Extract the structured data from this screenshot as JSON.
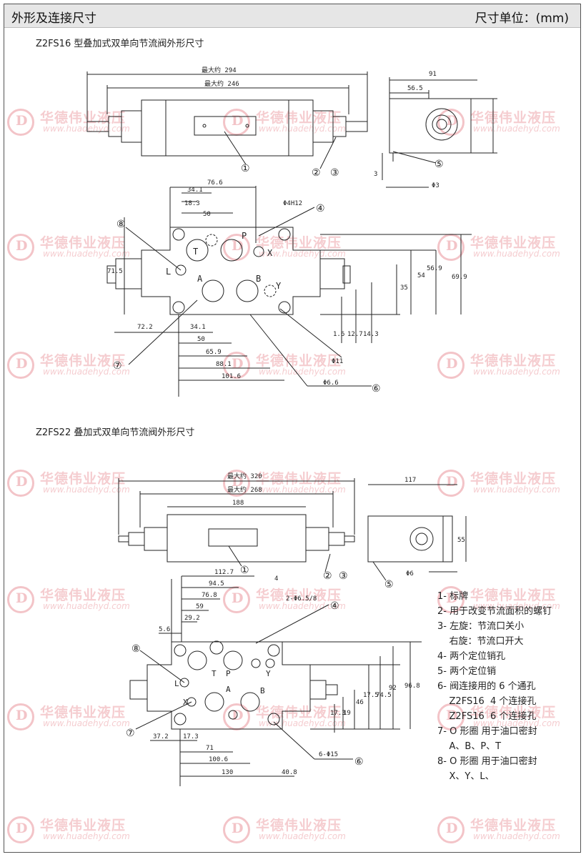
{
  "header": {
    "title": "外形及连接尺寸",
    "unit": "尺寸单位：(mm)"
  },
  "watermark": {
    "brand": "华德伟业液压",
    "url": "www.huadehyd.com",
    "logo_letter": "D"
  },
  "section1": {
    "title": "Z2FS16 型叠加式双单向节流阀外形尺寸",
    "dims": {
      "max294": "最大约 294",
      "max246": "最大约 246",
      "d91": "91",
      "d56_5": "56.5",
      "d3": "3",
      "phi3": "Φ3",
      "d76_6": "76.6",
      "d34_1": "34.1",
      "d18_3": "18.3",
      "d50": "50",
      "phi4h12": "Φ4H12",
      "d71_5": "71.5",
      "d56_9": "56.9",
      "d54": "54",
      "d69_9": "69.9",
      "d35": "35",
      "d1_6": "1.6",
      "d12_7": "12.7",
      "d14_3": "14.3",
      "d72_2": "72.2",
      "d34_1b": "34.1",
      "d50b": "50",
      "d65_9": "65.9",
      "d88_1": "88.1",
      "d101_6": "101.6",
      "phi11": "Φ11",
      "phi6_6": "Φ6.6"
    },
    "ports": {
      "T": "T",
      "P": "P",
      "X": "X",
      "L": "L",
      "A": "A",
      "B": "B",
      "Y": "Y"
    }
  },
  "section2": {
    "title": "Z2FS22 叠加式双单向节流阀外形尺寸",
    "dims": {
      "max320": "最大约 320",
      "max268": "最大约 268",
      "d188": "188",
      "d117": "117",
      "d55": "55",
      "d4": "4",
      "phi6": "Φ6",
      "d112_7": "112.7",
      "d94_5": "94.5",
      "d76_6": "76.8",
      "d59": "59",
      "d29_2": "29.2",
      "d5_6": "5.6",
      "pin": "2-Φ6.5/8",
      "d17_5": "17.5",
      "d74_5": "74.5",
      "d92": "92",
      "d46": "46",
      "d96_8": "96.8",
      "d19": "19",
      "d17_3": "17.3",
      "d37_2": "37.2",
      "d17_3b": "17.3",
      "d71": "71",
      "d100_6": "100.6",
      "d130": "130",
      "d40_8": "40.8",
      "holes": "6-Φ15"
    },
    "ports": {
      "T": "T",
      "P": "P",
      "Y": "Y",
      "L": "L",
      "A": "A",
      "B": "B",
      "X": "X"
    }
  },
  "callouts": [
    "①",
    "②",
    "③",
    "④",
    "⑤",
    "⑥",
    "⑦",
    "⑧"
  ],
  "legend": [
    "1- 标牌",
    "2- 用于改变节流面积的螺钉",
    "3- 左旋：节流口关小",
    "    右旋：节流口开大",
    "4- 两个定位销孔",
    "5- 两个定位销",
    "6- 阀连接用的 6 个通孔",
    "    Z2FS16  4 个连接孔",
    "    Z2FS16  6 个连接孔",
    "7- O 形圈  用于油口密封",
    "    A、B、P、T",
    "8- O 形圈  用于油口密封",
    "    X、Y、L、"
  ]
}
